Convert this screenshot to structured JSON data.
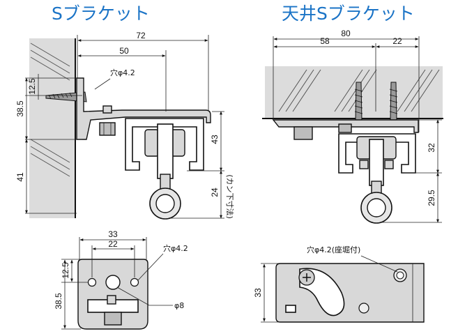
{
  "titles": {
    "left": "Sブラケット",
    "right": "天井Sブラケット"
  },
  "left_view": {
    "dim_72": "72",
    "dim_50": "50",
    "dim_12_5": "12.5",
    "dim_38_5": "38.5",
    "dim_41": "41",
    "dim_43": "43",
    "dim_24": "24",
    "hole_label": "穴φ4.2",
    "note_vertical": "(カン下寸法)"
  },
  "right_view": {
    "dim_80": "80",
    "dim_58": "58",
    "dim_22": "22",
    "dim_32": "32",
    "dim_29_5": "29.5"
  },
  "left_bottom": {
    "dim_33": "33",
    "dim_22": "22",
    "dim_12_5": "12.5",
    "dim_38_5": "38.5",
    "hole_label": "穴φ4.2",
    "phi8_label": "φ8"
  },
  "right_bottom": {
    "hole_label": "穴φ4.2(座堀付)",
    "dim_33": "33"
  },
  "colors": {
    "title": "#1a73c6",
    "line": "#111111",
    "wall_fill": "#dcdcdc"
  }
}
